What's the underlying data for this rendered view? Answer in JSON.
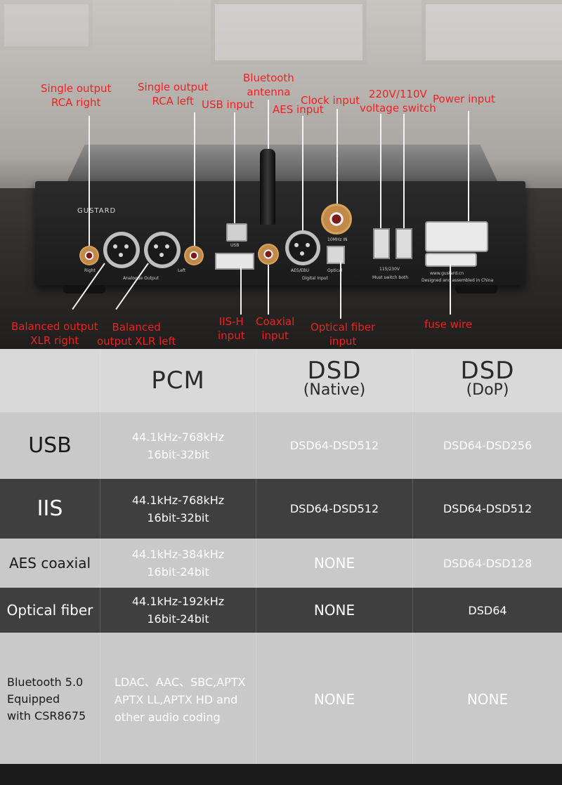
{
  "device": {
    "brand": "GUSTARD",
    "panel_labels": {
      "right": "Right",
      "left": "Left",
      "analogue_output": "Analogue Output",
      "usb": "USB",
      "aes_ebu": "AES/EBU",
      "optical": "Optical",
      "digital_input": "Digital Input",
      "clock_in": "10MHz IN",
      "voltage": "115/230V",
      "must_switch": "Must switch both",
      "made_in": "Designed and assembled in China",
      "site": "www.gustard.cn"
    }
  },
  "annotations": {
    "rca_right": "Single output\nRCA right",
    "rca_left": "Single output\nRCA left",
    "usb_input": "USB input",
    "bt_antenna": "Bluetooth\nantenna",
    "aes_input": "AES input",
    "clock_input": "Clock input",
    "voltage_switch": "220V/110V\nvoltage switch",
    "power_input": "Power input",
    "xlr_right": "Balanced output\nXLR right",
    "xlr_left": "Balanced\noutput XLR left",
    "iis_input": "IIS-H\ninput",
    "coaxial_input": "Coaxial\ninput",
    "optical_input": "Optical fiber\ninput",
    "fuse_wire": "fuse wire"
  },
  "table": {
    "headers": {
      "pcm": "PCM",
      "dsd_native_top": "DSD",
      "dsd_native_sub": "(Native)",
      "dsd_dop_top": "DSD",
      "dsd_dop_sub": "(DoP)"
    },
    "rows": [
      {
        "label": "USB",
        "pcm": "44.1kHz-768kHz\n16bit-32bit",
        "native": "DSD64-DSD512",
        "dop": "DSD64-DSD256"
      },
      {
        "label": "IIS",
        "pcm": "44.1kHz-768kHz\n16bit-32bit",
        "native": "DSD64-DSD512",
        "dop": "DSD64-DSD512"
      },
      {
        "label": "AES coaxial",
        "pcm": "44.1kHz-384kHz\n16bit-24bit",
        "native": "NONE",
        "dop": "DSD64-DSD128"
      },
      {
        "label": "Optical fiber",
        "pcm": "44.1kHz-192kHz\n16bit-24bit",
        "native": "NONE",
        "dop": "DSD64"
      },
      {
        "label": "Bluetooth 5.0\nEquipped\nwith CSR8675",
        "pcm": "LDAC、AAC、SBC,APTX\nAPTX LL,APTX HD and\nother audio coding",
        "native": "NONE",
        "dop": "NONE"
      }
    ]
  },
  "colors": {
    "annotation_red": "#ee2222",
    "row_light": "#c9c9c9",
    "row_dark": "#3f3f3f"
  }
}
